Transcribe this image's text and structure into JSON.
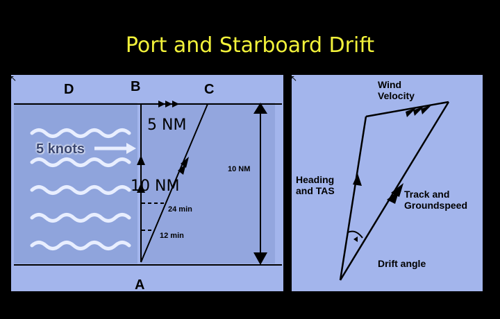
{
  "title": "Port and Starboard Drift",
  "left_diagram": {
    "point_d": "D",
    "point_b": "B",
    "point_c": "C",
    "point_a": "A",
    "wind_speed": "5 knots",
    "drift_distance": "5 NM",
    "track_distance": "10 NM",
    "total_distance": "10 NM",
    "time_24": "24 min",
    "time_12": "12 min"
  },
  "right_diagram": {
    "wind_label_1": "Wind",
    "wind_label_2": "Velocity",
    "heading_label_1": "Heading",
    "heading_label_2": "and TAS",
    "track_label_1": "Track and",
    "track_label_2": "Groundspeed",
    "drift_angle_label": "Drift angle"
  },
  "colors": {
    "background": "#000000",
    "title": "#f2f23a",
    "panel": "#a3b5ec",
    "ink": "#000000"
  }
}
